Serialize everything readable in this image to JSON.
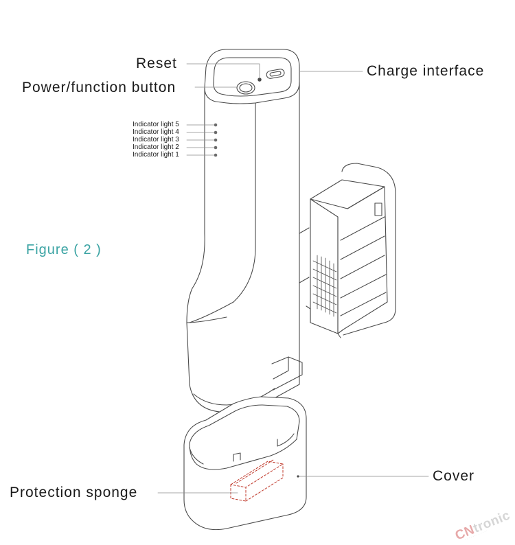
{
  "labels": {
    "reset": "Reset",
    "power_button": "Power/function button",
    "charge_interface": "Charge interface",
    "indicator_5": "Indicator light 5",
    "indicator_4": "Indicator light 4",
    "indicator_3": "Indicator light 3",
    "indicator_2": "Indicator light 2",
    "indicator_1": "Indicator light 1",
    "protection_sponge": "Protection sponge",
    "cover": "Cover"
  },
  "figure_caption": "Figure ( 2 )",
  "watermark": {
    "prefix": "CN",
    "suffix": "tronic",
    "tagline": "· · · · · · · · · · · ·"
  },
  "colors": {
    "outline": "#4a4a4a",
    "caption": "#3aa3a3",
    "sponge": "#c0392b",
    "leader": "#8a8a8a"
  }
}
